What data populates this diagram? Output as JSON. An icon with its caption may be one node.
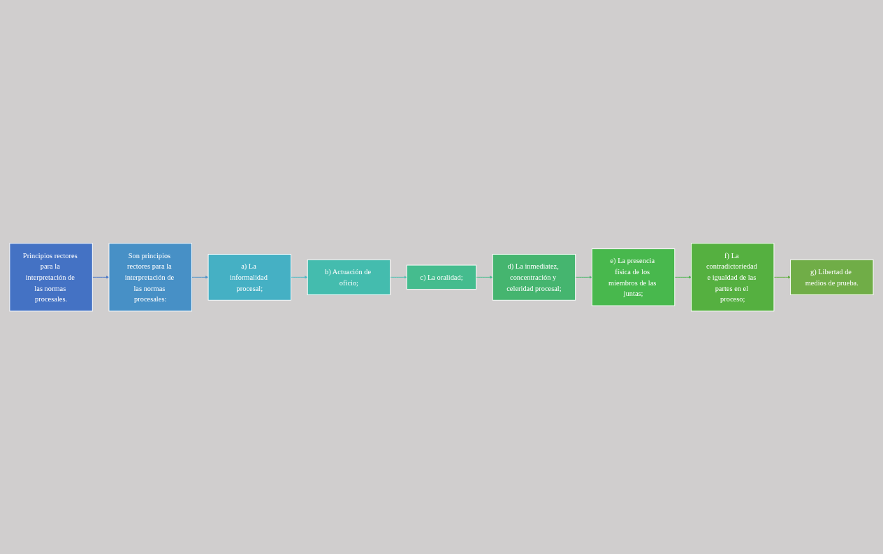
{
  "diagram": {
    "nodes": [
      {
        "text": [
          "Principios rectores para la interpretación de las normas procesales."
        ]
      },
      {
        "text": [
          "Son principios rectores para la interpretación de las normas procesales:"
        ]
      },
      {
        "text": [
          "a) La informalidad procesal;"
        ]
      },
      {
        "text": [
          "b) Actuación de oficio;"
        ]
      },
      {
        "text": [
          "c) La oralidad;"
        ]
      },
      {
        "text": [
          "d) La inmediatez, concentración y celeridad procesal;"
        ]
      },
      {
        "text": [
          "e) La presencia física de los miembros de las juntas;"
        ]
      },
      {
        "text": [
          "f) La contradictoriedad e igualdad de las partes en el proceso;"
        ]
      },
      {
        "text": [
          "g) Libertad de medios de prueba."
        ]
      }
    ],
    "edges": [
      {
        "from": 0,
        "to": 1,
        "arrow": "to",
        "color": "#4a78c8"
      },
      {
        "from": 1,
        "to": 2,
        "arrow": "to",
        "color": "#4a92c8"
      },
      {
        "from": 2,
        "to": 3,
        "arrow": "to",
        "color": "#45b8c4"
      },
      {
        "from": 3,
        "to": 4,
        "arrow": "to",
        "color": "#45bfb0"
      },
      {
        "from": 4,
        "to": 5,
        "arrow": "to",
        "color": "#45bc8e"
      },
      {
        "from": 5,
        "to": 6,
        "arrow": "to",
        "color": "#47b56a"
      },
      {
        "from": 6,
        "to": 7,
        "arrow": "to",
        "color": "#4bb54d"
      },
      {
        "from": 7,
        "to": 8,
        "arrow": "to",
        "color": "#60b040"
      }
    ]
  }
}
